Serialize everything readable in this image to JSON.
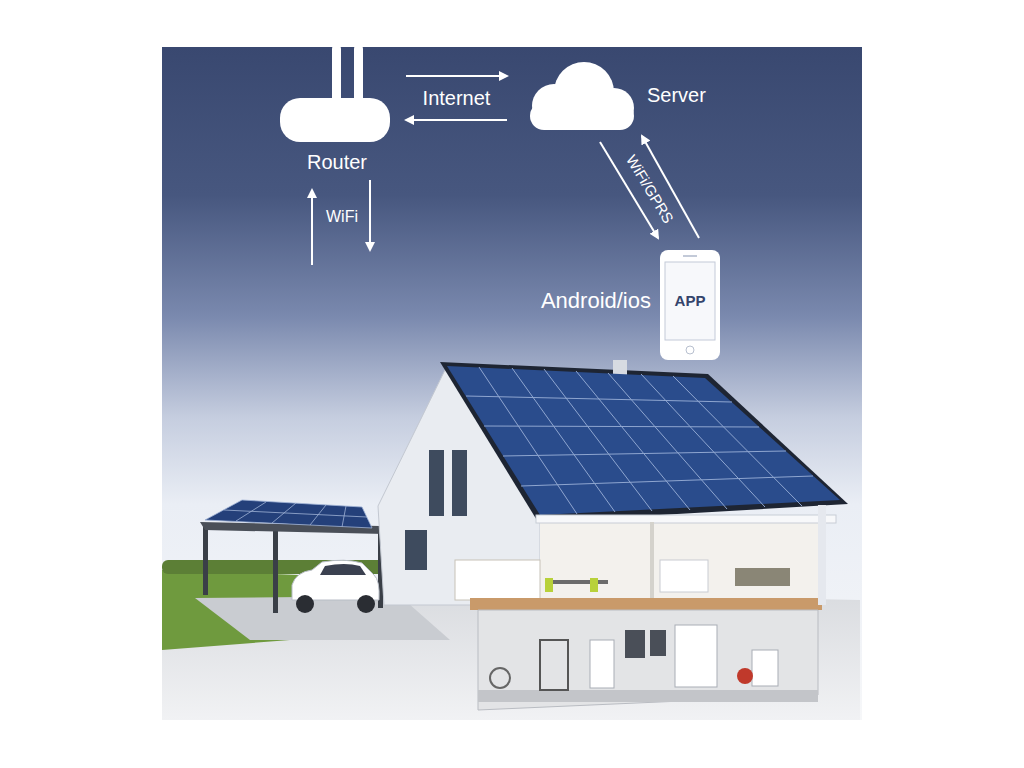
{
  "diagram": {
    "nodes": [
      {
        "text": [
          "Router"
        ]
      },
      {
        "text": [
          "Server"
        ]
      },
      {
        "text": [
          "APP",
          "Android/ios"
        ]
      }
    ],
    "edges": [
      {
        "from": 0,
        "to": 1,
        "label": "Internet",
        "arrow": "both"
      },
      {
        "from": 1,
        "to": 2,
        "label": "WiFi/GPRS",
        "arrow": "both"
      }
    ],
    "labels": [
      "WiFi"
    ]
  }
}
